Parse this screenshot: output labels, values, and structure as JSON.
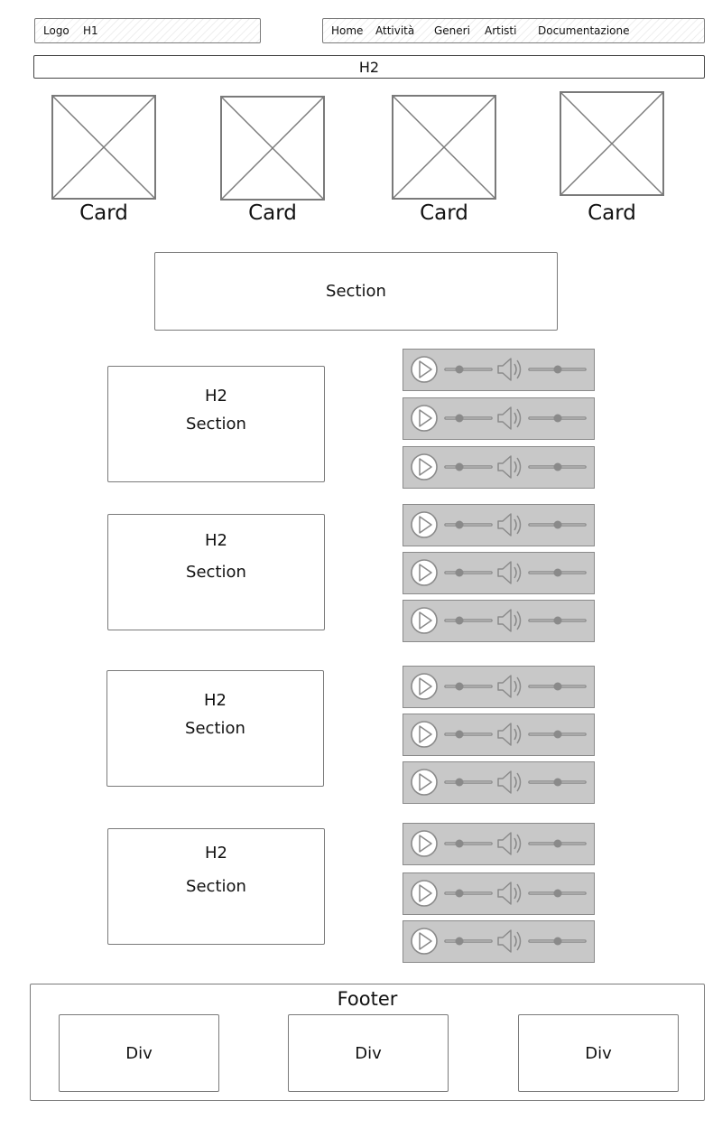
{
  "header": {
    "logo": "Logo",
    "h1": "H1",
    "nav": [
      "Home",
      "Attività",
      "Generi",
      "Artisti",
      "Documentazione"
    ]
  },
  "banner": {
    "title": "H2"
  },
  "cards": [
    {
      "label": "Card"
    },
    {
      "label": "Card"
    },
    {
      "label": "Card"
    },
    {
      "label": "Card"
    }
  ],
  "section_main": {
    "label": "Section"
  },
  "sections": [
    {
      "h2": "H2",
      "label": "Section"
    },
    {
      "h2": "H2",
      "label": "Section"
    },
    {
      "h2": "H2",
      "label": "Section"
    },
    {
      "h2": "H2",
      "label": "Section"
    }
  ],
  "players_per_section": 3,
  "footer": {
    "title": "Footer",
    "divs": [
      "Div",
      "Div",
      "Div"
    ]
  },
  "colors": {
    "stroke": "#7a7a7a",
    "player_bg": "#c8c8c8",
    "player_icon": "#8a8a8a"
  }
}
